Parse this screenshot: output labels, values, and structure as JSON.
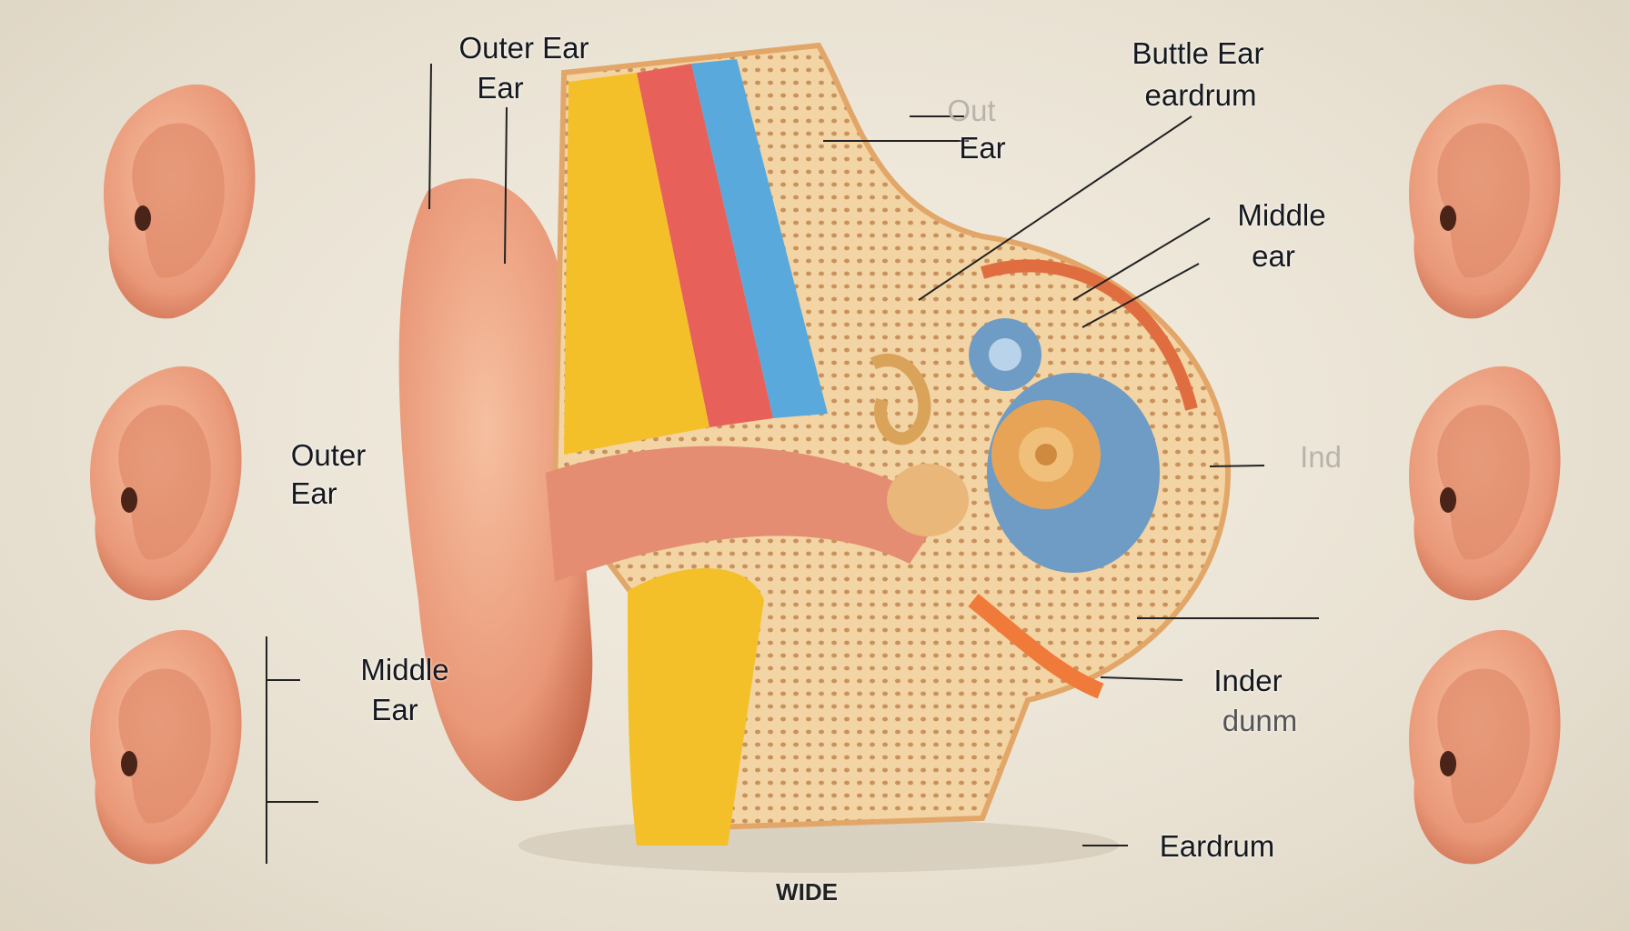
{
  "labels": {
    "top_left_line1": "Outer Ear",
    "top_left_line2": "Ear",
    "top_right_line1": "Buttle Ear",
    "top_right_line2": "eardrum",
    "faint_out": "Out",
    "ear_mid": "Ear",
    "middle_right_line1": "Middle",
    "middle_right_line2": "ear",
    "faint_ind": "Ind",
    "outer_left_line1": "Outer",
    "outer_left_line2": "Ear",
    "middle_left_line1": "Middle",
    "middle_left_line2": "Ear",
    "inner_right_line1": "Inder",
    "inner_right_line2": "dunm",
    "eardrum_bottom": "Eardrum",
    "caption": "WIDE"
  },
  "colors": {
    "skin": "#e9a07f",
    "bone": "#f1cf9a",
    "yellow": "#f4c02a",
    "red": "#e8605a",
    "blue": "#5aa9dc",
    "cochlea_blue": "#6f9cc4",
    "background": "#ece6d9"
  }
}
